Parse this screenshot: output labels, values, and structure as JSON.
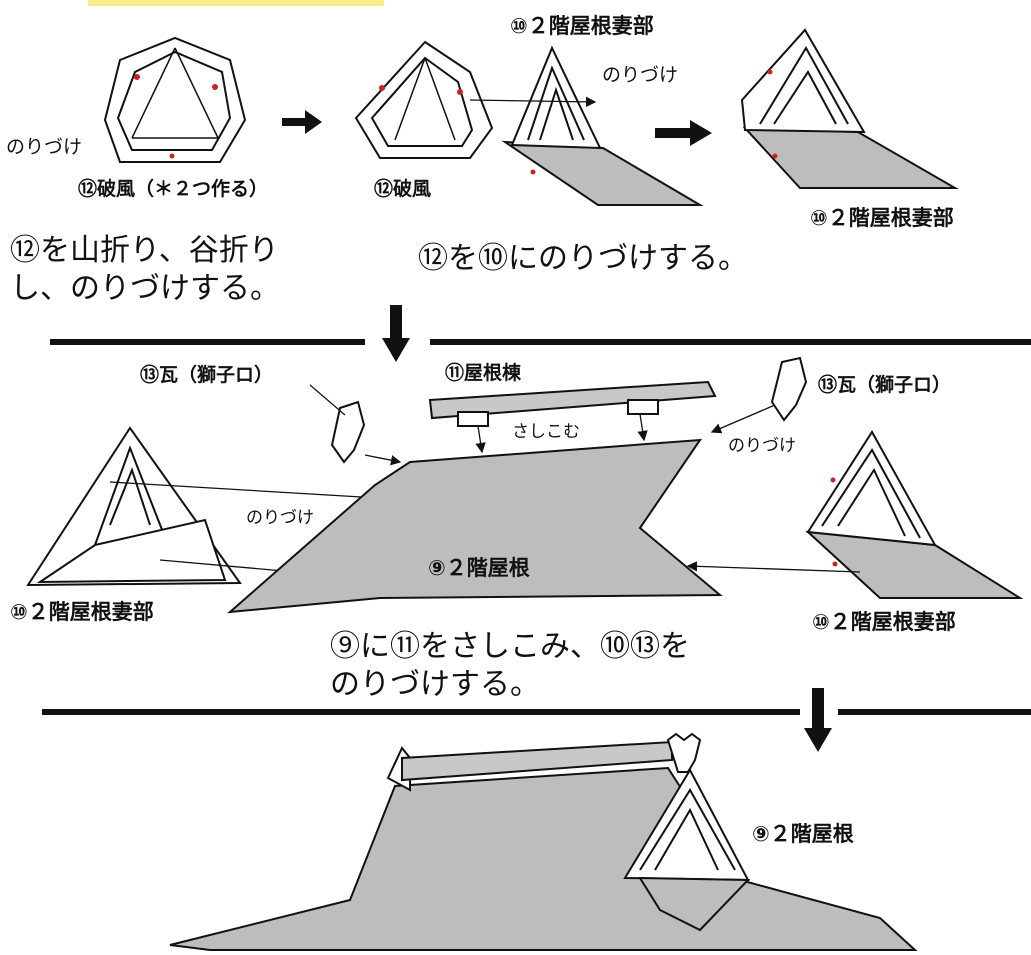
{
  "step1": {
    "glue_left": "のりづけ",
    "part12_dup": "⑫破風（＊２つ作る）",
    "part12": "⑫破風",
    "part10_top": "⑩２階屋根妻部",
    "glue_top": "のりづけ",
    "part10_right": "⑩２階屋根妻部",
    "instruction_left": "⑫を山折り、谷折り\nし、のりづけする。",
    "instruction_right": "⑫を⑩にのりづけする。"
  },
  "step2": {
    "part13_left": "⑬瓦（獅子ロ）",
    "part11": "⑪屋根棟",
    "part13_right": "⑬瓦（獅子ロ）",
    "insert": "さしこむ",
    "glue_right": "のりづけ",
    "glue_center": "のりづけ",
    "part9": "⑨２階屋根",
    "part10_left": "⑩２階屋根妻部",
    "part10_right": "⑩２階屋根妻部",
    "instruction": "⑨に⑪をさしこみ、⑩⑬を\nのりづけする。"
  },
  "step3": {
    "part9": "⑨２階屋根"
  },
  "colors": {
    "roof_gray": "#bdbdbd",
    "line": "#111111",
    "dot_red": "#cc2222",
    "highlight": "#f6f08c"
  }
}
